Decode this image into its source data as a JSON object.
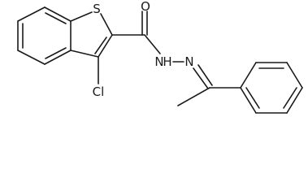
{
  "molecule": {
    "atom_labels": {
      "sulfur": "S",
      "oxygen": "O",
      "chlorine": "Cl",
      "nh": "N",
      "h": "H",
      "n_imine": "N"
    }
  }
}
